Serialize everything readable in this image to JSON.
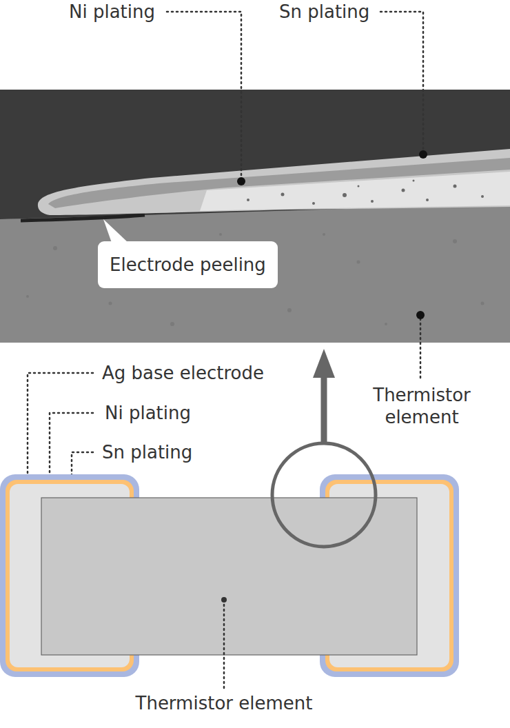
{
  "diagram": {
    "nodes": [
      {
        "text": [
          "Electrode peeling"
        ]
      }
    ],
    "labels": [
      "Ni plating",
      "Sn plating",
      "Thermistor element",
      "Ag base electrode",
      "Ni plating",
      "Sn plating",
      "Thermistor element"
    ]
  }
}
